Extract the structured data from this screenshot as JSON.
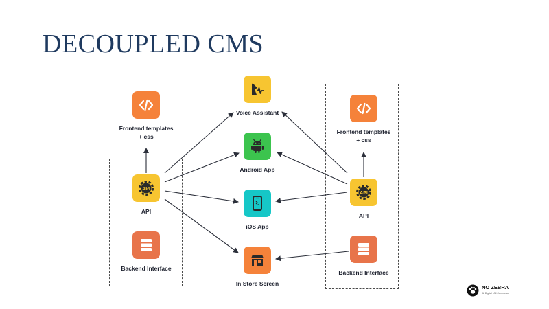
{
  "title": "DECOUPLED CMS",
  "colors": {
    "orange": "#f5823a",
    "yellow": "#f7c531",
    "green": "#3cc44e",
    "cyan": "#16c7c7",
    "rust": "#e8744a",
    "title": "#1f3a5f",
    "arrow": "#2b2f3a"
  },
  "left": {
    "frontend_line1": "Frontend templates",
    "frontend_line2": "+ css",
    "api": "API",
    "backend": "Backend Interface"
  },
  "right": {
    "frontend_line1": "Frontend templates",
    "frontend_line2": "+ css",
    "api": "API",
    "backend": "Backend Interface"
  },
  "center": {
    "voice": "Voice Assistant",
    "android": "Android App",
    "ios": "iOS App",
    "store": "In Store Screen"
  },
  "logo": {
    "name": "NO ZEBRA",
    "tagline": "All Digital · All Commerce"
  }
}
